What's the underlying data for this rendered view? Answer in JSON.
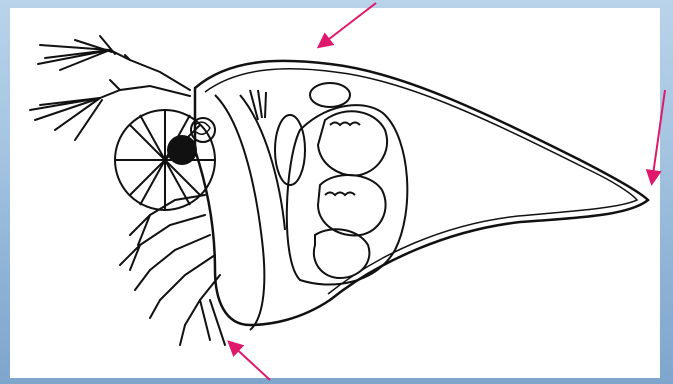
{
  "figure": {
    "subject": "",
    "colors": {
      "background": "#a7c6e2",
      "panel": "#ffffff",
      "ink": "#111111",
      "arrow": "#e0186c"
    },
    "arrows": [
      {
        "name": "top-arrow",
        "points_to": "dorsal-carapace"
      },
      {
        "name": "right-arrow",
        "points_to": "tail-spine"
      },
      {
        "name": "bottom-arrow",
        "points_to": "ventral-carapace-edge"
      }
    ]
  }
}
